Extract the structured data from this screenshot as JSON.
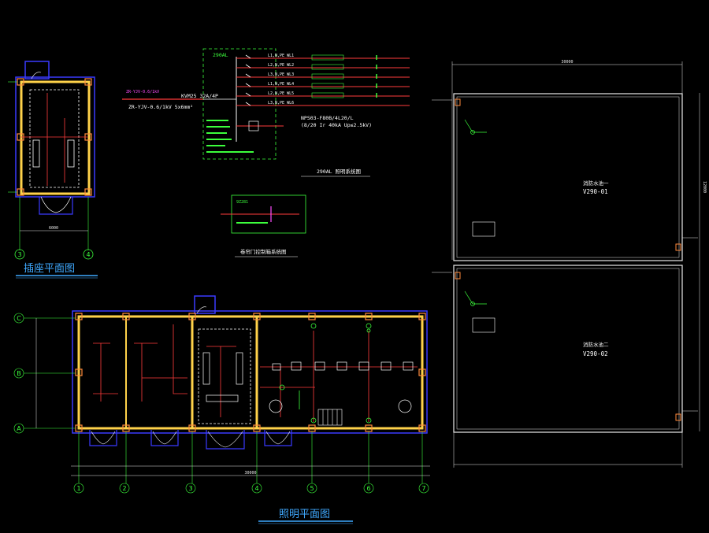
{
  "labels": {
    "socket_plan_title": "插座平面图",
    "lighting_plan_title": "照明平面图",
    "distribution_title": "290AL 照明系统图",
    "control_title": "卷帘门控制箱系统图",
    "tank1_name": "消防水池一",
    "tank1_code": "V290-01",
    "tank2_name": "消防水池二",
    "tank2_code": "V290-02",
    "panel_code": "290AL",
    "incoming_breaker": "KVM25 32A/4P",
    "incoming_cable": "ZR-YJV-0.6/1kV 5x6mm²",
    "surge_protector": "NPS03-F80B/4L20/L",
    "surge_spec": "(8/20 Ir 40kA Up≤2.5kV)",
    "control_box_code": "9Z281",
    "feeder_1": "L1,N,PE WL1",
    "feeder_2": "L2,N,PE WL2",
    "feeder_3": "L3,N,PE WL3",
    "feeder_4": "L1,N,PE WL4",
    "feeder_5": "L2,N,PE WL5",
    "feeder_6": "L3,N,PE WL6",
    "dim_total_lower": "30000",
    "dim_tank_width": "30000",
    "dim_tank_height": "12000",
    "dim_socket_width": "6000"
  },
  "axes": {
    "lighting_columns": [
      "1",
      "2",
      "3",
      "4",
      "5",
      "6",
      "7"
    ],
    "lighting_rows": [
      "C",
      "B",
      "A"
    ],
    "socket_columns": [
      "3",
      "4"
    ]
  },
  "colors": {
    "background": "#000000",
    "wall": "#ffd24a",
    "wall_hatch": "#ff8a3c",
    "grid_axis": "#ff3b3b",
    "wiring": "#ff3b3b",
    "device": "#3cff3c",
    "outline": "#3a3aff",
    "dimension": "#e8e8e8",
    "text": "#ffffff",
    "title": "#3fa9ff",
    "annotation": "#ff4dff",
    "cyan": "#3ff2ff"
  }
}
